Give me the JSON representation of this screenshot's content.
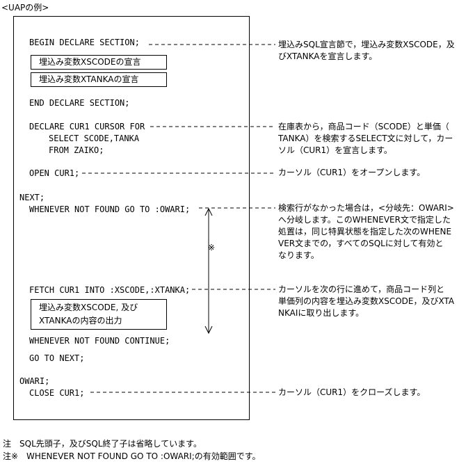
{
  "caption": "<UAPの例>",
  "code": {
    "begin_declare": "BEGIN DECLARE SECTION;",
    "box_xscode": "埋込み変数XSCODEの宣言",
    "box_xtanka": "埋込み変数XTANKAの宣言",
    "end_declare": "END DECLARE SECTION;",
    "declare_cursor": "DECLARE CUR1 CURSOR FOR",
    "select": "SELECT SCODE,TANKA",
    "from": "FROM ZAIKO;",
    "open": "OPEN CUR1;",
    "next_label": "NEXT;",
    "whenever_not_found": "WHENEVER NOT FOUND GO TO :OWARI;",
    "range_mark": "※",
    "fetch": "FETCH CUR1 INTO :XSCODE,:XTANKA;",
    "box_output_line1": "埋込み変数XSCODE, 及び",
    "box_output_line2": "XTANKAの内容の出力",
    "whenever_continue": "WHENEVER NOT FOUND CONTINUE;",
    "goto_next": "GO TO NEXT;",
    "owari_label": "OWARI;",
    "close": "CLOSE CUR1;"
  },
  "descriptions": {
    "declare_section_line1": "埋込みSQL宣言節で，埋込み変数XSCODE，及",
    "declare_section_line2": "びXTANKAを宣言します。",
    "cursor_line1": "在庫表から，商品コード（SCODE）と単価（",
    "cursor_line2": "TANKA）を検索するSELECT文に対して，カー",
    "cursor_line3": "ソル（CUR1）を宣言します。",
    "open_line1": "カーソル（CUR1）をオープンします。",
    "whenever_line1": "検索行がなかった場合は，<分岐先：OWARI>",
    "whenever_line2": "へ分岐します。このWHENEVER文で指定した",
    "whenever_line3": "処置は，同じ特異状態を指定した次のWHENE",
    "whenever_line4": "VER文までの，すべてのSQLに対して有効と",
    "whenever_line5": "なります。",
    "fetch_line1": "カーソルを次の行に進めて，商品コード列と",
    "fetch_line2": "単価列の内容を埋込み変数XSCODE，及びXTA",
    "fetch_line3": "NKAIに取り出します。",
    "close_line1": "カーソル（CUR1）をクローズします。"
  },
  "notes": {
    "note1": "注　SQL先頭子，及びSQL終了子は省略しています。",
    "note2": "注※　WHENEVER NOT FOUND GO TO :OWARI;の有効範囲です。"
  }
}
